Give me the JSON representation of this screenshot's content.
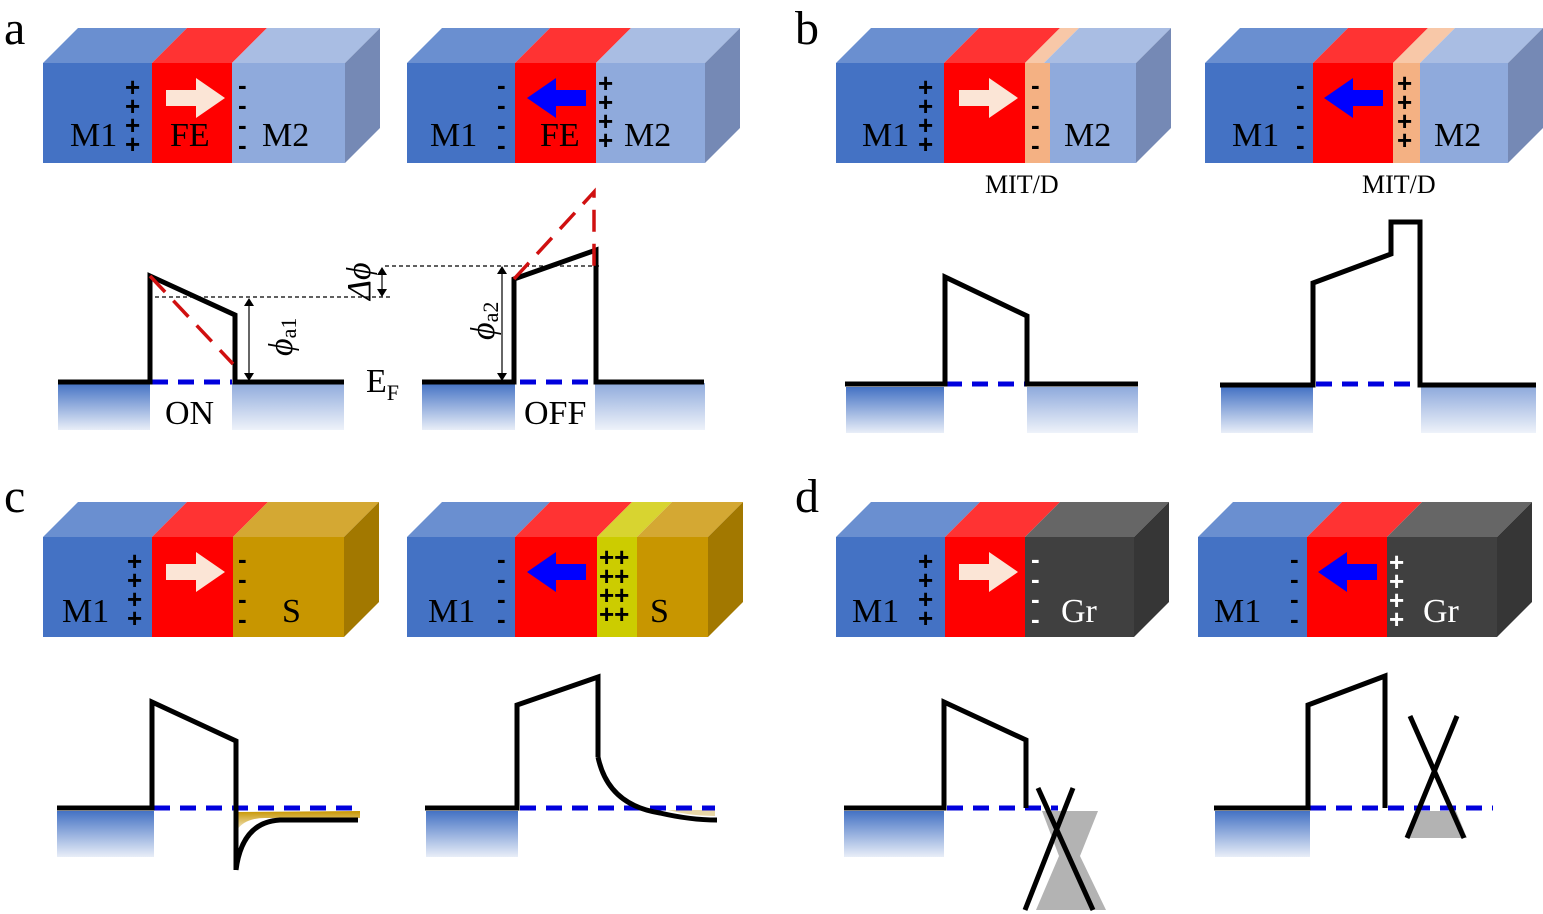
{
  "figure": {
    "panels": {
      "a": {
        "label": "a",
        "device_on": {
          "left": "M1",
          "middle": "FE",
          "right": "M2",
          "left_charge": "+",
          "right_charge": "-",
          "polarization": "right",
          "arrow_color": "#fbe5d6"
        },
        "device_off": {
          "left": "M1",
          "middle": "FE",
          "right": "M2",
          "left_charge": "-",
          "right_charge": "+",
          "polarization": "left",
          "arrow_color": "#0000ff"
        },
        "band_on_label": "ON",
        "band_off_label": "OFF",
        "fermi_label": "E",
        "fermi_sub": "F",
        "phi_a1": "ϕ",
        "phi_a1_sub": "a1",
        "phi_a2": "ϕ",
        "phi_a2_sub": "a2",
        "delta_phi": "Δϕ"
      },
      "b": {
        "label": "b",
        "device_on": {
          "left": "M1",
          "right": "M2",
          "interlayer": "MIT/D",
          "left_charge": "+",
          "right_charge": "-",
          "polarization": "right"
        },
        "device_off": {
          "left": "M1",
          "right": "M2",
          "interlayer": "MIT/D",
          "left_charge": "-",
          "right_charge": "+",
          "polarization": "left"
        }
      },
      "c": {
        "label": "c",
        "device_on": {
          "left": "M1",
          "right": "S",
          "left_charge": "+",
          "right_charge": "-",
          "polarization": "right"
        },
        "device_off": {
          "left": "M1",
          "right": "S",
          "left_charge": "-",
          "right_charge": "++",
          "polarization": "left"
        }
      },
      "d": {
        "label": "d",
        "device_on": {
          "left": "M1",
          "right": "Gr",
          "left_charge": "+",
          "right_charge": "-",
          "polarization": "right"
        },
        "device_off": {
          "left": "M1",
          "right": "Gr",
          "left_charge": "-",
          "right_charge": "+",
          "polarization": "left"
        }
      }
    },
    "colors": {
      "metal1": "#4472c4",
      "ferroelectric": "#ff0000",
      "metal2": "#8faadc",
      "mit_layer": "#f4b183",
      "semiconductor": "#c89600",
      "accumulation_layer": "#cccc00",
      "graphene": "#404040",
      "fermi_level": "#0000dd",
      "dashed_barrier": "#d01010",
      "arrow_right": "#fbe5d6",
      "arrow_left": "#0000ff"
    }
  }
}
